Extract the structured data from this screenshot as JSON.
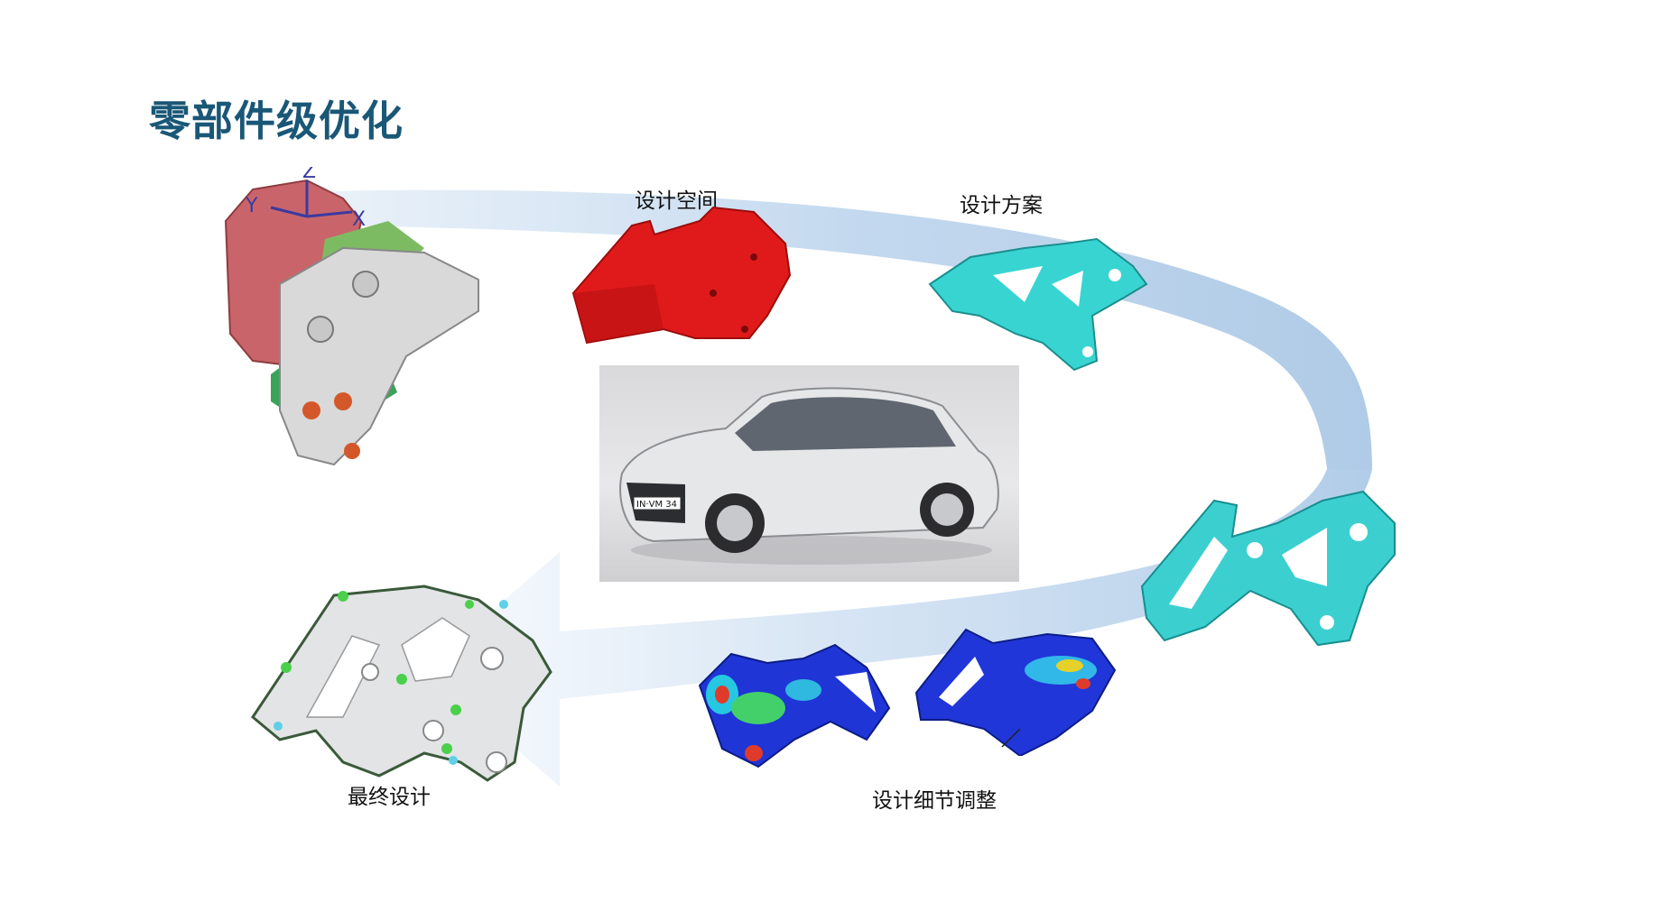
{
  "page": {
    "title": "零部件级优化"
  },
  "stages": {
    "design_space": "设计空间",
    "design_concept": "设计方案",
    "detail_adjustment": "设计细节调整",
    "final_design": "最终设计"
  },
  "axes_gizmo": {
    "z": "Z",
    "y": "Y",
    "x": "X"
  },
  "car": {
    "plate": "IN·VM 34"
  },
  "colors": {
    "title": "#1a5777",
    "flow_arrow": "#a9c8e6",
    "design_space_block": "#e01a1a",
    "concept_mesh": "#38d4d2",
    "fea_blue": "#1f35d6"
  }
}
